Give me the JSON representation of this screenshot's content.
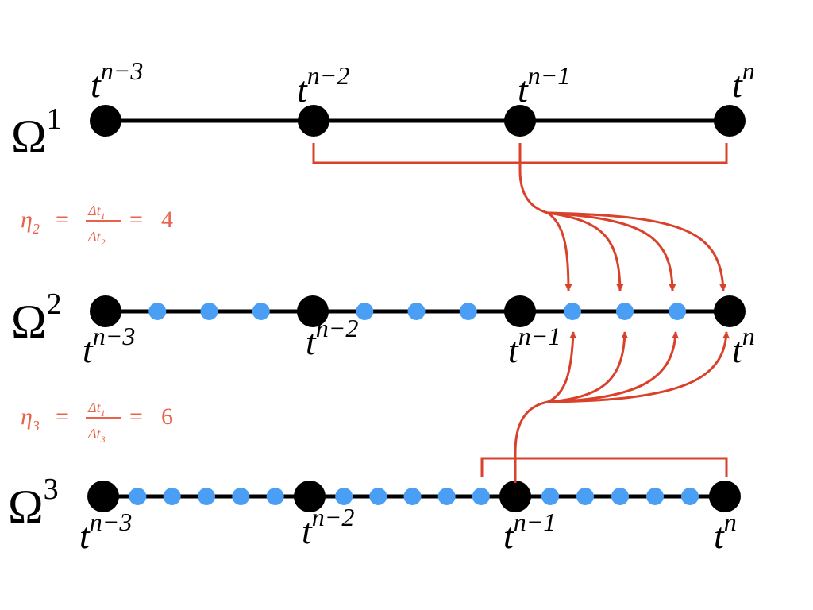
{
  "colors": {
    "line": "#000000",
    "node": "#000000",
    "substep": "#4a9ff5",
    "arrow": "#d9412b",
    "ratio_text": "#e8624a"
  },
  "levels": [
    {
      "omega": "Ω",
      "omega_sup": "1",
      "labels": [
        {
          "base": "t",
          "sup": "n−3"
        },
        {
          "base": "t",
          "sup": "n−2"
        },
        {
          "base": "t",
          "sup": "n−1"
        },
        {
          "base": "t",
          "sup": "n"
        }
      ],
      "substeps_per_interval": 0
    },
    {
      "omega": "Ω",
      "omega_sup": "2",
      "labels": [
        {
          "base": "t",
          "sup": "n−3"
        },
        {
          "base": "t",
          "sup": "n−2"
        },
        {
          "base": "t",
          "sup": "n−1"
        },
        {
          "base": "t",
          "sup": "n"
        }
      ],
      "substeps_per_interval": 3
    },
    {
      "omega": "Ω",
      "omega_sup": "3",
      "labels": [
        {
          "base": "t",
          "sup": "n−3"
        },
        {
          "base": "t",
          "sup": "n−2"
        },
        {
          "base": "t",
          "sup": "n−1"
        },
        {
          "base": "t",
          "sup": "n"
        }
      ],
      "substeps_per_interval": 5
    }
  ],
  "ratios": [
    {
      "eta": "η",
      "eta_sub": "2",
      "num": "Δt",
      "num_sub": "1",
      "den": "Δt",
      "den_sub": "2",
      "equals": "=",
      "value": "4"
    },
    {
      "eta": "η",
      "eta_sub": "3",
      "num": "Δt",
      "num_sub": "1",
      "den": "Δt",
      "den_sub": "3",
      "equals": "=",
      "value": "6"
    }
  ]
}
